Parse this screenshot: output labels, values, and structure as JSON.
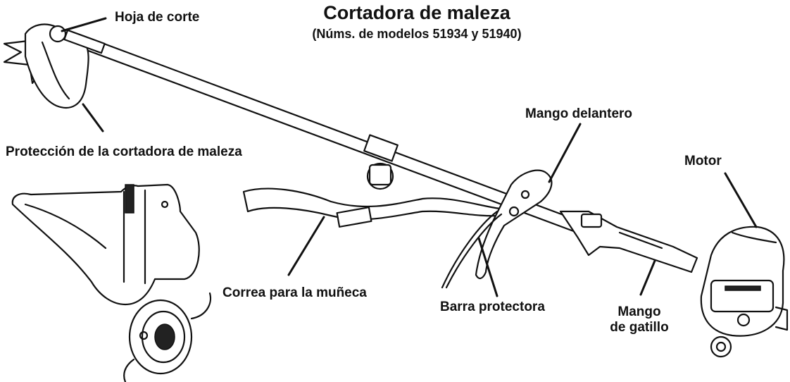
{
  "title": "Cortadora de maleza",
  "subtitle": "(Núms. de modelos 51934 y 51940)",
  "labels": {
    "cutting_blade": "Hoja de corte",
    "brush_guard": "Protección de la cortadora de maleza",
    "front_handle": "Mango delantero",
    "engine": "Motor",
    "wrist_strap": "Correa para la muñeca",
    "guard_bar": "Barra protectora",
    "trigger_handle_line1": "Mango",
    "trigger_handle_line2": "de gatillo"
  }
}
